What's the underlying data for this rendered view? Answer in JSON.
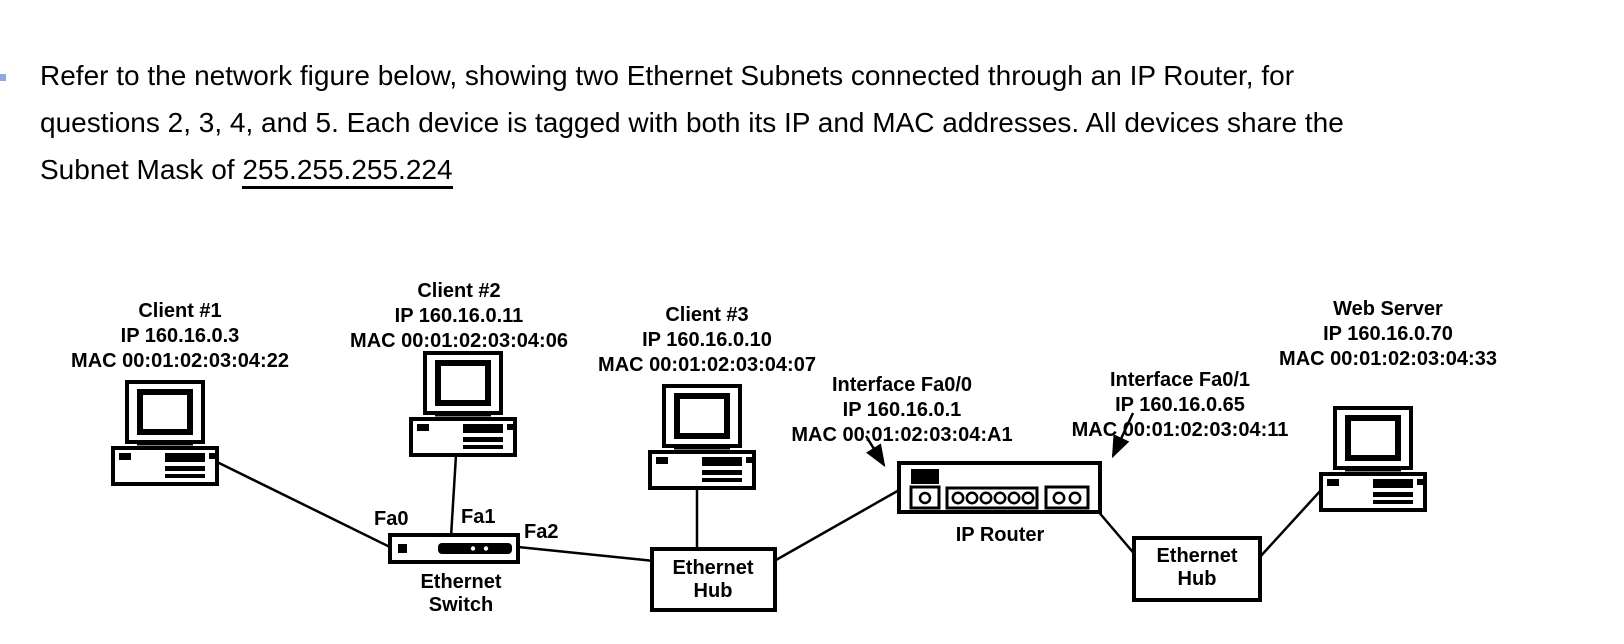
{
  "question": {
    "line1": "Refer to the network figure below, showing two Ethernet Subnets connected through an IP Router, for",
    "line2": "questions 2, 3, 4, and 5. Each device is tagged with both its IP and MAC addresses. All devices share the",
    "line3_prefix": "Subnet Mask of ",
    "subnet_mask": "255.255.255.224"
  },
  "diagram": {
    "devices": {
      "client1": {
        "name": "Client #1",
        "ip": "IP 160.16.0.3",
        "mac": "MAC 00:01:02:03:04:22"
      },
      "client2": {
        "name": "Client #2",
        "ip": "IP 160.16.0.11",
        "mac": "MAC 00:01:02:03:04:06"
      },
      "client3": {
        "name": "Client #3",
        "ip": "IP 160.16.0.10",
        "mac": "MAC 00:01:02:03:04:07"
      },
      "interface_fa00": {
        "name": "Interface Fa0/0",
        "ip": "IP 160.16.0.1",
        "mac": "MAC 00:01:02:03:04:A1"
      },
      "interface_fa01": {
        "name": "Interface Fa0/1",
        "ip": "IP 160.16.0.65",
        "mac": "MAC 00:01:02:03:04:11"
      },
      "web_server": {
        "name": "Web Server",
        "ip": "IP 160.16.0.70",
        "mac": "MAC 00:01:02:03:04:33"
      }
    },
    "labels": {
      "port_fa0": "Fa0",
      "port_fa1": "Fa1",
      "port_fa2": "Fa2",
      "switch_line1": "Ethernet",
      "switch_line2": "Switch",
      "hub1_line1": "Ethernet",
      "hub1_line2": "Hub",
      "hub2_line1": "Ethernet",
      "hub2_line2": "Hub",
      "router": "IP Router"
    },
    "icons": {
      "desktop_computer": "desktop-computer-icon",
      "server_computer": "desktop-computer-icon",
      "ethernet_switch": "ethernet-switch-icon",
      "ethernet_hub": "ethernet-hub-box",
      "ip_router": "ip-router-icon",
      "pointer_arrow": "arrow-pointer-icon"
    },
    "colors": {
      "ink": "#000000",
      "background": "#ffffff",
      "accent_mark": "#8faadc"
    }
  }
}
